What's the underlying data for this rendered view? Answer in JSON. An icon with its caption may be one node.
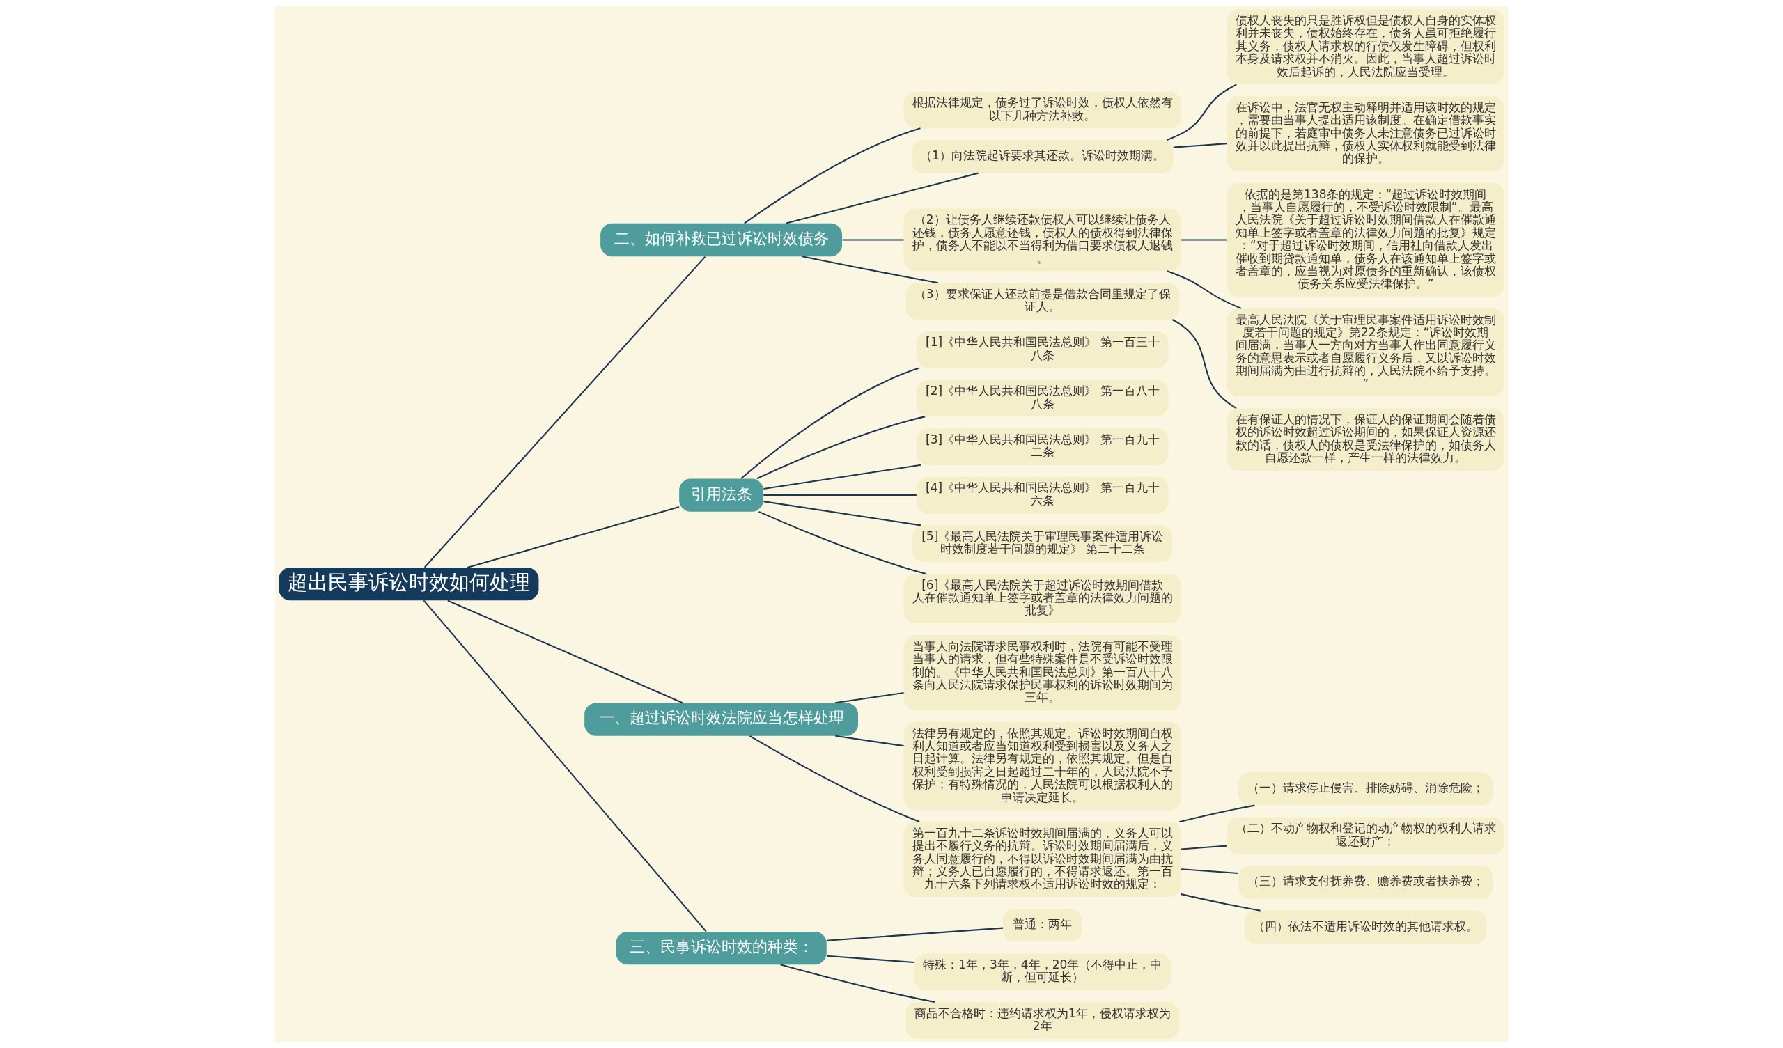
{
  "diagram": {
    "nodes": [
      {
        "text": [
          "超出民事诉讼时效如何处理"
        ]
      },
      {
        "text": [
          "二、如何补救已过诉讼时效债务"
        ]
      },
      {
        "text": [
          "根据法律规定，债务过了诉讼时效，债权人依然有以下几种方法补救。"
        ]
      },
      {
        "text": [
          "（1）向法院起诉要求其还款。诉讼时效期满。"
        ]
      },
      {
        "text": [
          "债权人丧失的只是胜诉权但是债权人自身的实体权利并未丧失，债权始终存在，债务人虽可拒绝履行其义务，债权人请求权的行使仅发生障碍，但权利本身及请求权并不消灭。因此，当事人超过诉讼时效后起诉的，人民法院应当受理。"
        ]
      },
      {
        "text": [
          "在诉讼中，法官无权主动释明并适用该时效的规定，需要由当事人提出适用该制度。在确定借款事实的前提下，若庭审中债务人未注意债务已过诉讼时效并以此提出抗辩，债权人实体权利就能受到法律的保护。"
        ]
      },
      {
        "text": [
          "（2）让债务人继续还款债权人可以继续让债务人还钱，债务人愿意还钱，债权人的债权得到法律保护，债务人不能以不当得利为借口要求债权人退钱。"
        ]
      },
      {
        "text": [
          "依据的是第138条的规定：“超过诉讼时效期间，当事人自愿履行的，不受诉讼时效限制”。最高人民法院《关于超过诉讼时效期间借款人在催款通知单上签字或者盖章的法律效力问题的批复》规定：“对于超过诉讼时效期间，信用社向借款人发出催收到期贷款通知单，债务人在该通知单上签字或者盖章的，应当视为对原债务的重新确认，该债权债务关系应受法律保护。”"
        ]
      },
      {
        "text": [
          "最高人民法院《关于审理民事案件适用诉讼时效制度若干问题的规定》第22条规定：“诉讼时效期间届满，当事人一方向对方当事人作出同意履行义务的意思表示或者自愿履行义务后，又以诉讼时效期间届满为由进行抗辩的，人民法院不给予支持。”"
        ]
      },
      {
        "text": [
          "（3）要求保证人还款前提是借款合同里规定了保证人。"
        ]
      },
      {
        "text": [
          "在有保证人的情况下，保证人的保证期间会随着债权的诉讼时效超过诉讼期间的，如果保证人资源还款的话，债权人的债权是受法律保护的，如债务人自愿还款一样，产生一样的法律效力。"
        ]
      },
      {
        "text": [
          "引用法条"
        ]
      },
      {
        "text": [
          "[1]《中华人民共和国民法总则》 第一百三十八条"
        ]
      },
      {
        "text": [
          "[2]《中华人民共和国民法总则》 第一百八十八条"
        ]
      },
      {
        "text": [
          "[3]《中华人民共和国民法总则》 第一百九十二条"
        ]
      },
      {
        "text": [
          "[4]《中华人民共和国民法总则》 第一百九十六条"
        ]
      },
      {
        "text": [
          "[5]《最高人民法院关于审理民事案件适用诉讼时效制度若干问题的规定》 第二十二条"
        ]
      },
      {
        "text": [
          "[6]《最高人民法院关于超过诉讼时效期间借款人在催款通知单上签字或者盖章的法律效力问题的批复》"
        ]
      },
      {
        "text": [
          "一、超过诉讼时效法院应当怎样处理"
        ]
      },
      {
        "text": [
          "当事人向法院请求民事权利时，法院有可能不受理当事人的请求，但有些特殊案件是不受诉讼时效限制的。《中华人民共和国民法总则》第一百八十八条向人民法院请求保护民事权利的诉讼时效期间为三年。"
        ]
      },
      {
        "text": [
          "法律另有规定的，依照其规定。诉讼时效期间自权利人知道或者应当知道权利受到损害以及义务人之日起计算。法律另有规定的，依照其规定。但是自权利受到损害之日起超过二十年的，人民法院不予保护；有特殊情况的，人民法院可以根据权利人的申请决定延长。"
        ]
      },
      {
        "text": [
          "第一百九十二条诉讼时效期间届满的，义务人可以提出不履行义务的抗辩。诉讼时效期间届满后，义务人同意履行的，不得以诉讼时效期间届满为由抗辩；义务人已自愿履行的，不得请求返还。第一百九十六条下列请求权不适用诉讼时效的规定："
        ]
      },
      {
        "text": [
          "（一）请求停止侵害、排除妨碍、消除危险；"
        ]
      },
      {
        "text": [
          "（二）不动产物权和登记的动产物权的权利人请求返还财产；"
        ]
      },
      {
        "text": [
          "（三）请求支付抚养费、赡养费或者扶养费；"
        ]
      },
      {
        "text": [
          "（四）依法不适用诉讼时效的其他请求权。"
        ]
      },
      {
        "text": [
          "三、民事诉讼时效的种类："
        ]
      },
      {
        "text": [
          "普通：两年"
        ]
      },
      {
        "text": [
          "特殊：1年，3年，4年，20年（不得中止，中断，但可延长）"
        ]
      },
      {
        "text": [
          "商品不合格时：违约请求权为1年，侵权请求权为2年"
        ]
      }
    ],
    "edges": [
      {
        "from": 0,
        "to": 1,
        "arrow": "none"
      },
      {
        "from": 1,
        "to": 2,
        "arrow": "none"
      },
      {
        "from": 1,
        "to": 3,
        "arrow": "none"
      },
      {
        "from": 3,
        "to": 4,
        "arrow": "none"
      },
      {
        "from": 3,
        "to": 5,
        "arrow": "none"
      },
      {
        "from": 1,
        "to": 6,
        "arrow": "none"
      },
      {
        "from": 6,
        "to": 7,
        "arrow": "none"
      },
      {
        "from": 6,
        "to": 8,
        "arrow": "none"
      },
      {
        "from": 1,
        "to": 9,
        "arrow": "none"
      },
      {
        "from": 9,
        "to": 10,
        "arrow": "none"
      },
      {
        "from": 0,
        "to": 11,
        "arrow": "none"
      },
      {
        "from": 11,
        "to": 12,
        "arrow": "none"
      },
      {
        "from": 11,
        "to": 13,
        "arrow": "none"
      },
      {
        "from": 11,
        "to": 14,
        "arrow": "none"
      },
      {
        "from": 11,
        "to": 15,
        "arrow": "none"
      },
      {
        "from": 11,
        "to": 16,
        "arrow": "none"
      },
      {
        "from": 11,
        "to": 17,
        "arrow": "none"
      },
      {
        "from": 0,
        "to": 18,
        "arrow": "none"
      },
      {
        "from": 18,
        "to": 19,
        "arrow": "none"
      },
      {
        "from": 18,
        "to": 20,
        "arrow": "none"
      },
      {
        "from": 18,
        "to": 21,
        "arrow": "none"
      },
      {
        "from": 21,
        "to": 22,
        "arrow": "none"
      },
      {
        "from": 21,
        "to": 23,
        "arrow": "none"
      },
      {
        "from": 21,
        "to": 24,
        "arrow": "none"
      },
      {
        "from": 21,
        "to": 25,
        "arrow": "none"
      },
      {
        "from": 0,
        "to": 26,
        "arrow": "none"
      },
      {
        "from": 26,
        "to": 27,
        "arrow": "none"
      },
      {
        "from": 26,
        "to": 28,
        "arrow": "none"
      },
      {
        "from": 26,
        "to": 29,
        "arrow": "none"
      }
    ]
  }
}
